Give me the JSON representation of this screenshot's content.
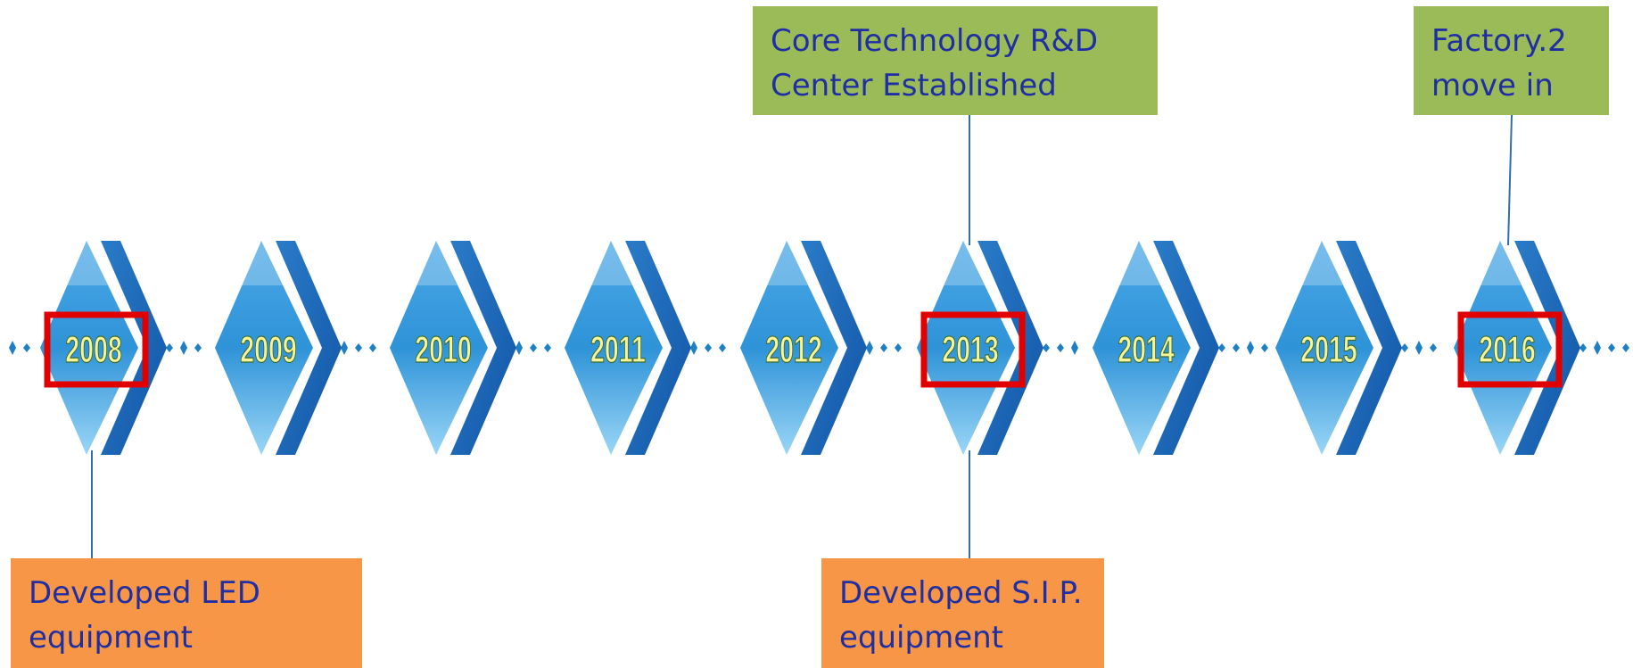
{
  "timeline": {
    "years": [
      "2008",
      "2009",
      "2010",
      "2011",
      "2012",
      "2013",
      "2014",
      "2015",
      "2016"
    ],
    "highlighted_years": [
      "2008",
      "2013",
      "2016"
    ],
    "colors": {
      "diamond_light": "#8fd0f4",
      "diamond_mid": "#3aa0e0",
      "diamond_dark": "#1565b8",
      "year_text": "#f6f39a",
      "highlight_box": "#e00000",
      "connector": "#2f6fb0",
      "dot": "#1d7fc4"
    }
  },
  "callouts": {
    "rd_center": {
      "year": "2013",
      "lines": [
        "Core Technology R&D",
        "Center Established"
      ],
      "color": "#9bbb59"
    },
    "factory2": {
      "year": "2016",
      "lines": [
        "Factory.2",
        "move in"
      ],
      "color": "#9bbb59"
    },
    "led": {
      "year": "2008",
      "lines": [
        "Developed LED",
        "equipment"
      ],
      "color": "#f79646"
    },
    "sip": {
      "year": "2013",
      "lines": [
        "Developed S.I.P.",
        "equipment"
      ],
      "color": "#f79646"
    }
  }
}
